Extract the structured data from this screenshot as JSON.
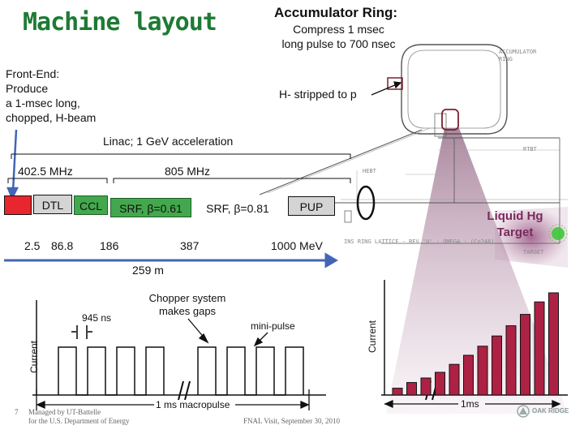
{
  "title": "Machine layout",
  "accumulator": {
    "heading": "Accumulator Ring:",
    "line1": "Compress 1 msec",
    "line2": "long pulse to 700 nsec"
  },
  "front_end": {
    "line1": "Front-End:",
    "line2": "Produce",
    "line3": "a 1-msec long,",
    "line4": "chopped, H-beam"
  },
  "h_stripped": "H- stripped to p",
  "linac_label": "Linac; 1 GeV acceleration",
  "freq_low": "402.5 MHz",
  "freq_high": "805 MHz",
  "segments": {
    "dtl": "DTL",
    "ccl": "CCL",
    "srf_061": "SRF, β=0.61",
    "srf_081": "SRF, β=0.81",
    "pup": "PUP"
  },
  "energies": {
    "e1": "2.5",
    "e2": "86.8",
    "e3": "186",
    "e4": "387",
    "e5": "1000 MeV"
  },
  "length_label": "259 m",
  "target_label": {
    "line1": "Liquid Hg",
    "line2": "Target"
  },
  "chopper": {
    "line1": "Chopper system",
    "line2": "makes gaps"
  },
  "gap_label": "945 ns",
  "minipulse_label": "mini-pulse",
  "macropulse_label": "1 ms macropulse",
  "ring_time_label": "1ms",
  "current_label": "Current",
  "ring_current_label": "Current",
  "ring_drawing_labels": {
    "accumulator": "ACCUMULATOR",
    "ring": "RING",
    "hebt": "HEBT",
    "rtbt": "RTBT",
    "target": "TARGET",
    "lattice": "INS RING LATTICE - REV 'U' - OMEGA - (C=248)"
  },
  "footer": {
    "page": "7",
    "managed1": "Managed by UT-Battelle",
    "managed2": "for the U.S. Department of Energy",
    "event": "FNAL Visit, September 30, 2010"
  },
  "logo_text": "OAK RIDGE",
  "ring_bars": [
    0.06,
    0.11,
    0.15,
    0.2,
    0.27,
    0.35,
    0.43,
    0.52,
    0.61,
    0.71,
    0.82,
    0.9
  ],
  "colors": {
    "title": "#1e7a34",
    "dtl_red": "#e8262d",
    "srf_green": "#43a84d",
    "bar_fill": "#ad2244",
    "target_glow": "#9f6a8d",
    "target_dot": "#3ec93a",
    "arrow_blue": "#4266b5"
  }
}
